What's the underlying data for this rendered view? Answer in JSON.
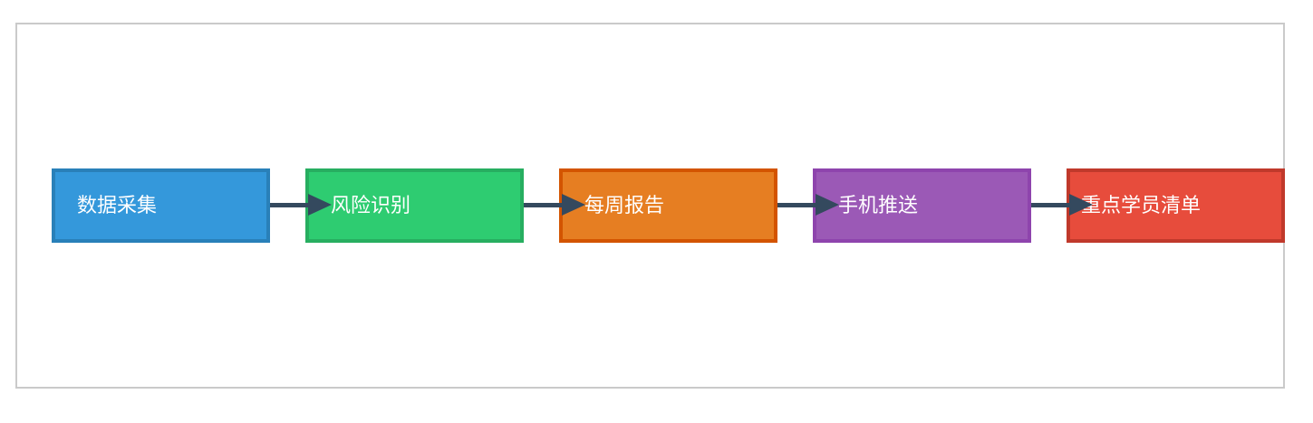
{
  "canvas": {
    "border_color": "#cacaca",
    "background": "#ffffff"
  },
  "flow": {
    "arrow_color": "#34495e",
    "label_color": "#ffffff",
    "steps": [
      {
        "id": "data-collection",
        "label": "数据采集",
        "fill": "#3498db",
        "border": "#2980b9"
      },
      {
        "id": "risk-identification",
        "label": "风险识别",
        "fill": "#2ecc71",
        "border": "#27ae60"
      },
      {
        "id": "weekly-report",
        "label": "每周报告",
        "fill": "#e67e22",
        "border": "#d35400"
      },
      {
        "id": "mobile-push",
        "label": "手机推送",
        "fill": "#9b59b6",
        "border": "#8e44ad"
      },
      {
        "id": "key-student-list",
        "label": "重点学员清单",
        "fill": "#e74c3c",
        "border": "#c0392b"
      }
    ]
  }
}
